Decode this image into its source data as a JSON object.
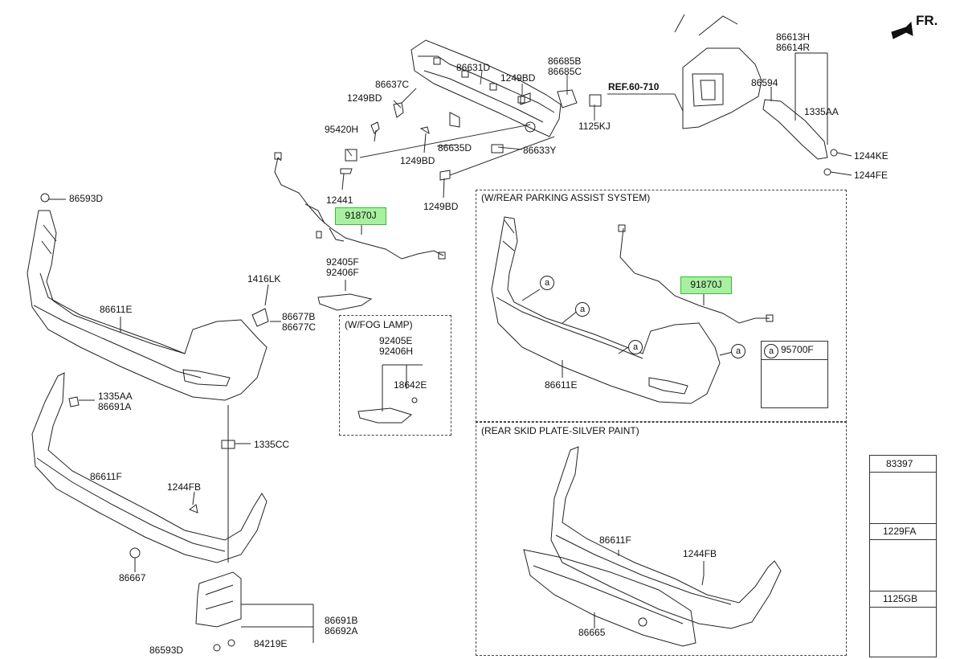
{
  "orientation_label": "FR.",
  "ref_label": "REF.60-710",
  "insets": {
    "fog_lamp_title": "(W/FOG LAMP)",
    "parking_assist_title": "(W/REAR PARKING ASSIST SYSTEM)",
    "skid_plate_title": "(REAR SKID PLATE-SILVER PAINT)"
  },
  "callout_marker": "a",
  "highlighted_parts": [
    "91870J",
    "91870J"
  ],
  "labels": {
    "p86631D": "86631D",
    "p86637C": "86637C",
    "p1249BD_a": "1249BD",
    "p1249BD_b": "1249BD",
    "p1249BD_c": "1249BD",
    "p1249BD_d": "1249BD",
    "p86685BC": [
      "86685B",
      "86685C"
    ],
    "p1125KJ": "1125KJ",
    "p95420H": "95420H",
    "p86635D": "86635D",
    "p86633Y": "86633Y",
    "p12441": "12441",
    "p86613HR": [
      "86613H",
      "86614R"
    ],
    "p86594": "86594",
    "p1335AA_top": "1335AA",
    "p1244KE": "1244KE",
    "p1244FE": "1244FE",
    "p86593D_top": "86593D",
    "p92405F": [
      "92405F",
      "92406F"
    ],
    "p1416LK": "1416LK",
    "p86677BC": [
      "86677B",
      "86677C"
    ],
    "p86611E_main": "86611E",
    "p92405E": [
      "92405E",
      "92406H"
    ],
    "p18642E": "18642E",
    "p1335AA_86691A": [
      "1335AA",
      "86691A"
    ],
    "p1335CC": "1335CC",
    "p86611F_main": "86611F",
    "p1244FB_main": "1244FB",
    "p86667": "86667",
    "p86691B": [
      "86691B",
      "86692A"
    ],
    "p86593D_bot": "86593D",
    "p84219E": "84219E",
    "p95700F": "95700F",
    "p86611E_inset": "86611E",
    "p86611F_inset": "86611F",
    "p1244FB_inset": "1244FB",
    "p86665": "86665"
  },
  "parts_table": [
    {
      "code": "83397",
      "icon": "oval-clip-icon"
    },
    {
      "code": "1229FA",
      "icon": "flange-bolt-icon"
    },
    {
      "code": "1125GB",
      "icon": "hex-bolt-icon"
    }
  ]
}
